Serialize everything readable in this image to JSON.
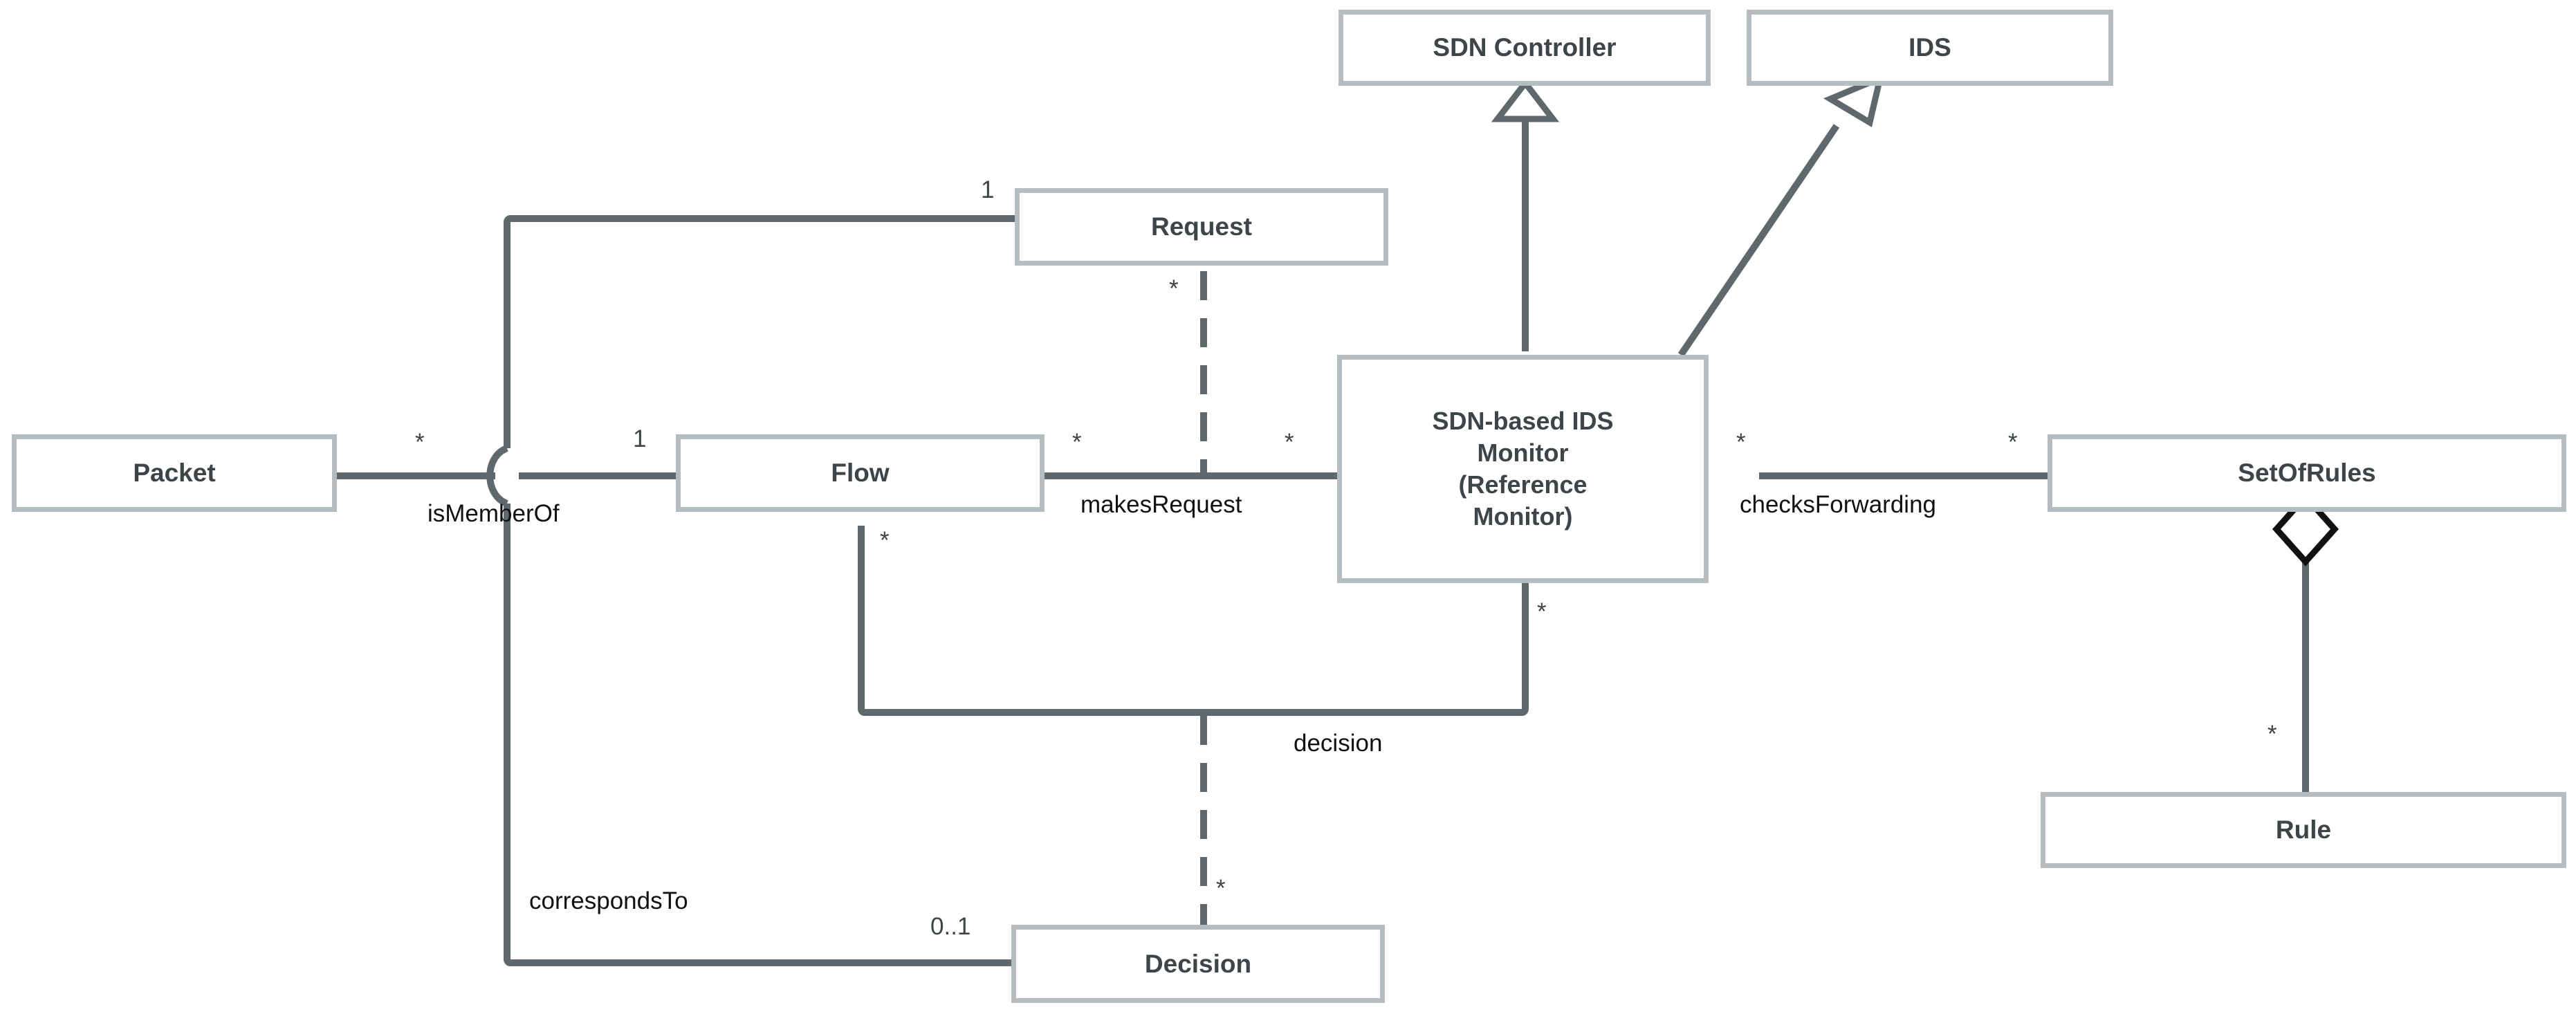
{
  "diagram": {
    "title": "SDN-based IDS Reference Monitor UML class diagram",
    "type": "uml-class-diagram",
    "colors": {
      "class_border": "#b5bdc1",
      "class_fill": "#ffffff",
      "class_text": "#3d4548",
      "connector": "#5f686c",
      "label_text": "#111111",
      "background": "#ffffff"
    }
  },
  "classes": [
    {
      "id": "sdn_controller",
      "name": "SDN Controller"
    },
    {
      "id": "ids",
      "name": "IDS"
    },
    {
      "id": "request",
      "name": "Request"
    },
    {
      "id": "packet",
      "name": "Packet"
    },
    {
      "id": "flow",
      "name": "Flow"
    },
    {
      "id": "monitor",
      "name": "SDN-based IDS\nMonitor\n(Reference\nMonitor)"
    },
    {
      "id": "set_of_rules",
      "name": "SetOfRules"
    },
    {
      "id": "rule",
      "name": "Rule"
    },
    {
      "id": "decision",
      "name": "Decision"
    }
  ],
  "associations": [
    {
      "id": "is_member_of",
      "label": "isMemberOf",
      "from": "packet",
      "to": "flow",
      "from_multiplicity": "*",
      "to_multiplicity": "1",
      "kind": "association"
    },
    {
      "id": "makes_request",
      "label": "makesRequest",
      "from": "flow",
      "to": "monitor",
      "from_multiplicity": "*",
      "to_multiplicity": "*",
      "kind": "association-class",
      "association_class": "request",
      "association_class_multiplicity": "*",
      "request_end_multiplicity": "1"
    },
    {
      "id": "checks_forwarding",
      "label": "checksForwarding",
      "from": "monitor",
      "to": "set_of_rules",
      "from_multiplicity": "*",
      "to_multiplicity": "*",
      "kind": "association"
    },
    {
      "id": "decision_assoc",
      "label": "decision",
      "from": "flow",
      "to": "monitor",
      "from_multiplicity": "*",
      "to_multiplicity": "*",
      "kind": "association-class",
      "association_class": "decision",
      "association_class_multiplicity": "*"
    },
    {
      "id": "corresponds_to",
      "label": "correspondsTo",
      "from": "request",
      "to": "decision",
      "to_multiplicity": "0..1",
      "kind": "association"
    },
    {
      "id": "rules_aggregation",
      "label": "",
      "from": "set_of_rules",
      "to": "rule",
      "to_multiplicity": "*",
      "kind": "aggregation"
    },
    {
      "id": "gen_controller",
      "label": "",
      "from": "monitor",
      "to": "sdn_controller",
      "kind": "generalization"
    },
    {
      "id": "gen_ids",
      "label": "",
      "from": "monitor",
      "to": "ids",
      "kind": "generalization"
    }
  ],
  "edge_labels": {
    "is_member_of": "isMemberOf",
    "makes_request": "makesRequest",
    "checks_forwarding": "checksForwarding",
    "decision": "decision",
    "corresponds_to": "correspondsTo"
  },
  "multiplicities": {
    "packet_right": "*",
    "flow_left": "1",
    "flow_right": "*",
    "flow_bottom": "*",
    "request_left": "1",
    "request_bottom": "*",
    "monitor_left": "*",
    "monitor_right": "*",
    "monitor_bottom": "*",
    "setofrules_left": "*",
    "rule_top": "*",
    "decision_left": "0..1",
    "decision_top": "*"
  }
}
